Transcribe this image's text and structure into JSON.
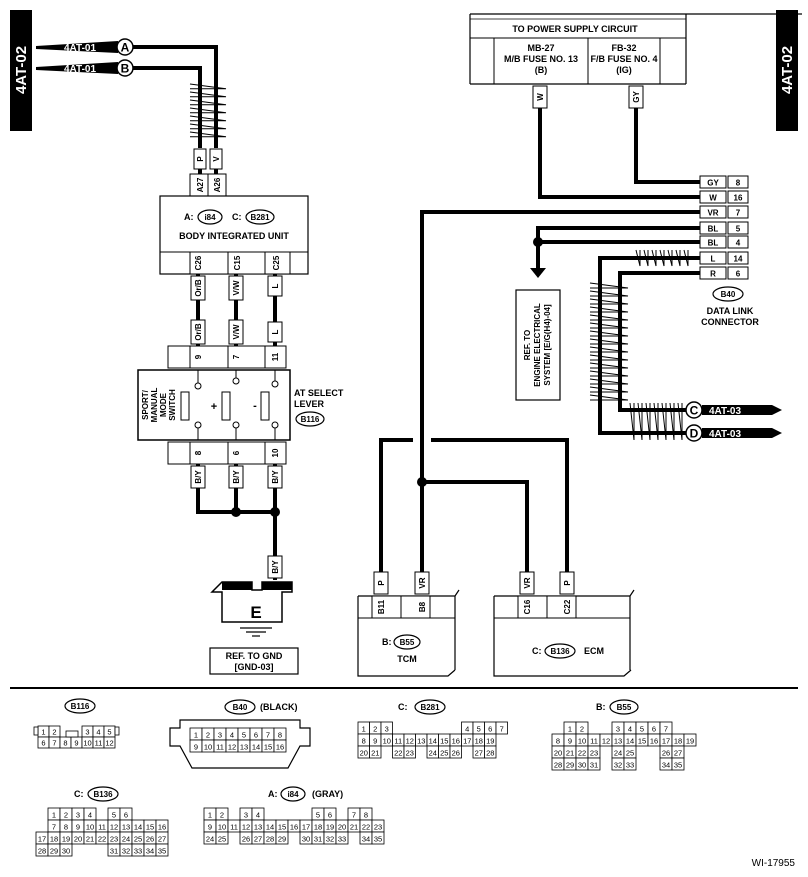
{
  "page_tabs": {
    "left": "4AT-02",
    "right": "4AT-02"
  },
  "power_supply": {
    "title": "TO POWER SUPPLY CIRCUIT",
    "fuse_left_l1": "MB-27",
    "fuse_left_l2": "M/B FUSE NO. 13",
    "fuse_left_l3": "(B)",
    "fuse_right_l1": "FB-32",
    "fuse_right_l2": "F/B FUSE NO. 4",
    "fuse_right_l3": "(IG)",
    "wire_left": "W",
    "wire_right": "GY"
  },
  "connectors_in": {
    "a_label": "4AT-01",
    "a_letter": "A",
    "b_label": "4AT-01",
    "b_letter": "B"
  },
  "connectors_out": {
    "c_label": "4AT-03",
    "c_letter": "C",
    "d_label": "4AT-03",
    "d_letter": "D"
  },
  "body_unit": {
    "top_wire_p": "P",
    "top_wire_v": "V",
    "top_pin_a27": "A27",
    "top_pin_a26": "A26",
    "a_prefix": "A:",
    "a_conn": "i84",
    "c_prefix": "C:",
    "c_conn": "B281",
    "title": "BODY INTEGRATED UNIT",
    "pin_c26": "C26",
    "pin_c15": "C15",
    "pin_c25": "C25",
    "wire_orb": "Or/B",
    "wire_vw": "V/W",
    "wire_l": "L"
  },
  "select_lever": {
    "top_pin_9": "9",
    "top_pin_7": "7",
    "top_pin_11": "11",
    "top_wire_orb": "Or/B",
    "top_wire_vw": "V/W",
    "top_wire_l": "L",
    "switch_l1": "SPORT/",
    "switch_l2": "MANUAL",
    "switch_l3": "MODE",
    "switch_l4": "SWITCH",
    "plus": "+",
    "minus": "-",
    "title_l1": "AT SELECT",
    "title_l2": "LEVER",
    "conn": "B116",
    "bot_pin_8": "8",
    "bot_pin_6": "6",
    "bot_pin_10": "10",
    "bot_wire_1": "B/Y",
    "bot_wire_2": "B/Y",
    "bot_wire_3": "B/Y",
    "gnd_wire": "B/Y"
  },
  "ground": {
    "letter": "E",
    "ref_l1": "REF. TO GND",
    "ref_l2": "[GND-03]"
  },
  "data_link": {
    "wires": [
      "GY",
      "W",
      "VR",
      "BL",
      "BL",
      "L",
      "R"
    ],
    "pins": [
      "8",
      "16",
      "7",
      "5",
      "4",
      "14",
      "6"
    ],
    "conn": "B40",
    "title_l1": "DATA LINK",
    "title_l2": "CONNECTOR"
  },
  "engine_ref": {
    "l1": "REF. TO",
    "l2": "ENGINE ELECTRICAL",
    "l3": "SYSTEM [E/G(H4)-04]"
  },
  "tcm": {
    "wire_p": "P",
    "wire_vr": "VR",
    "pin_b11": "B11",
    "pin_b8": "B8",
    "prefix": "B:",
    "conn": "B55",
    "title": "TCM"
  },
  "ecm": {
    "wire_vr": "VR",
    "wire_p": "P",
    "pin_c16": "C16",
    "pin_c22": "C22",
    "prefix": "C:",
    "conn": "B136",
    "title": "ECM"
  },
  "connector_views": {
    "b116": {
      "label": "B116",
      "rows": [
        [
          "1",
          "2",
          "",
          "",
          "",
          "",
          "",
          ""
        ],
        [
          "6",
          "7",
          "8",
          "9",
          "10",
          "11",
          "12"
        ]
      ]
    },
    "b40": {
      "label": "B40",
      "note": "(BLACK)"
    },
    "b281": {
      "prefix": "C:",
      "label": "B281"
    },
    "b55": {
      "prefix": "B:",
      "label": "B55"
    },
    "b136": {
      "prefix": "C:",
      "label": "B136"
    },
    "i84": {
      "prefix": "A:",
      "label": "i84",
      "note": "(GRAY)"
    }
  },
  "doc_id": "WI-17955"
}
